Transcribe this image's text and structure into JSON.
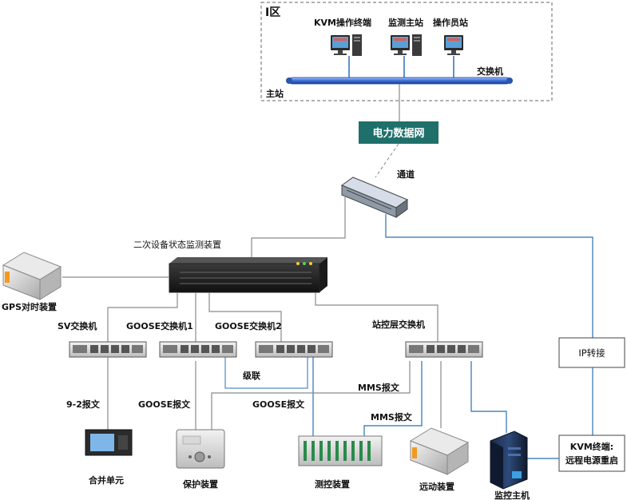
{
  "zone": {
    "title": "I区",
    "station_label": "主站"
  },
  "master": {
    "kvm_terminal": "KVM操作终端",
    "monitor_master": "监测主站",
    "operator_station": "操作员站",
    "switch_label": "交换机"
  },
  "network": {
    "label": "电力数据网",
    "channel_label": "通道"
  },
  "devices": {
    "monitor_device": "二次设备状态监测装置",
    "gps": "GPS对时装置",
    "sv_switch": "SV交换机",
    "goose_switch1": "GOOSE交换机1",
    "goose_switch2": "GOOSE交换机2",
    "station_switch": "站控层交换机",
    "ip_convert": "IP转接",
    "kvm_box_line1": "KVM终端:",
    "kvm_box_line2": "远程电源重启",
    "merging_unit": "合并单元",
    "protection": "保护装置",
    "measure_control": "测控装置",
    "telecontrol": "远动装置",
    "monitor_host": "监控主机"
  },
  "links": {
    "cascade": "级联",
    "msg_92": "9-2报文",
    "goose_msg1": "GOOSE报文",
    "goose_msg2": "GOOSE报文",
    "mms_msg1": "MMS报文",
    "mms_msg2": "MMS报文"
  },
  "colors": {
    "line_gray": "#8a8a8a",
    "line_blue": "#2a6fb5",
    "network_bg": "#1f6f6a",
    "bus_blue": "#3b6fd6"
  }
}
